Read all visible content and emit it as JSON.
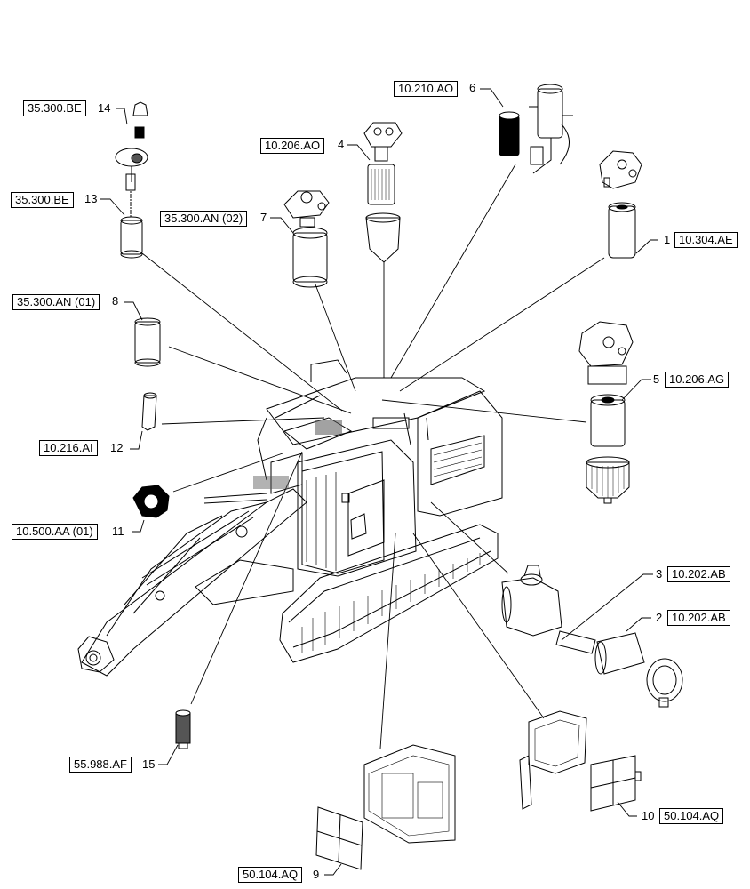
{
  "callouts": [
    {
      "item": "1",
      "ref": "10.304.AE"
    },
    {
      "item": "2",
      "ref": "10.202.AB"
    },
    {
      "item": "3",
      "ref": "10.202.AB"
    },
    {
      "item": "4",
      "ref": "10.206.AO"
    },
    {
      "item": "5",
      "ref": "10.206.AG"
    },
    {
      "item": "6",
      "ref": "10.210.AO"
    },
    {
      "item": "7",
      "ref": "35.300.AN (02)"
    },
    {
      "item": "8",
      "ref": "35.300.AN (01)"
    },
    {
      "item": "9",
      "ref": "50.104.AQ"
    },
    {
      "item": "10",
      "ref": "50.104.AQ"
    },
    {
      "item": "11",
      "ref": "10.500.AA (01)"
    },
    {
      "item": "12",
      "ref": "10.216.AI"
    },
    {
      "item": "13",
      "ref": "35.300.BE"
    },
    {
      "item": "14",
      "ref": "35.300.BE"
    },
    {
      "item": "15",
      "ref": "55.988.AF"
    }
  ],
  "colors": {
    "line": "#000000",
    "background": "#ffffff",
    "shade": "#555555"
  }
}
